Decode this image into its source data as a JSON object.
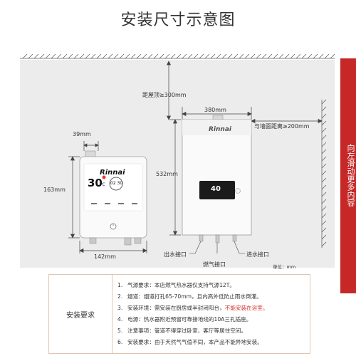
{
  "title": "安装尺寸示意图",
  "slide_tab": "向左滑动更多内容",
  "small_unit": {
    "brand": "Rinnai",
    "display_temp": "30",
    "display_temp_unit": "℃",
    "time_badge": "02 30"
  },
  "main_unit": {
    "brand": "Rinnai",
    "display": "40"
  },
  "dimensions": {
    "ceiling": "距屋顶≥300mm",
    "width_main": "380mm",
    "wall_gap": "与墙面距离≥200mm",
    "height_main": "532mm",
    "width_small": "39mm",
    "height_small": "163mm",
    "width_small_bottom": "142mm"
  },
  "labels": {
    "water_out": "出水接口",
    "gas_in": "燃气接口",
    "water_in": "进水接口",
    "unit": "单位：mm"
  },
  "requirements": {
    "heading": "安装要求",
    "items": [
      {
        "num": "1.",
        "text": "气源要求：本店燃气热水器仅支持气源12T。",
        "warn": ""
      },
      {
        "num": "2.",
        "text": "烟道：烟道打孔65-70mm，且内高外低防止雨水倒灌。",
        "warn": ""
      },
      {
        "num": "3.",
        "text": "安装环境：需安装在厨房或半封闭阳台，",
        "warn": "不能安装在浴室。"
      },
      {
        "num": "4.",
        "text": "电源：热水器附近预留可靠接地线的10A三孔插座。",
        "warn": ""
      },
      {
        "num": "5.",
        "text": "注意事项：管道不得穿过卧室、客厅等居住空间。",
        "warn": ""
      },
      {
        "num": "6.",
        "text": "安装要求：由于天然气气值不同，本产品不能异地安装。",
        "warn": ""
      }
    ]
  }
}
